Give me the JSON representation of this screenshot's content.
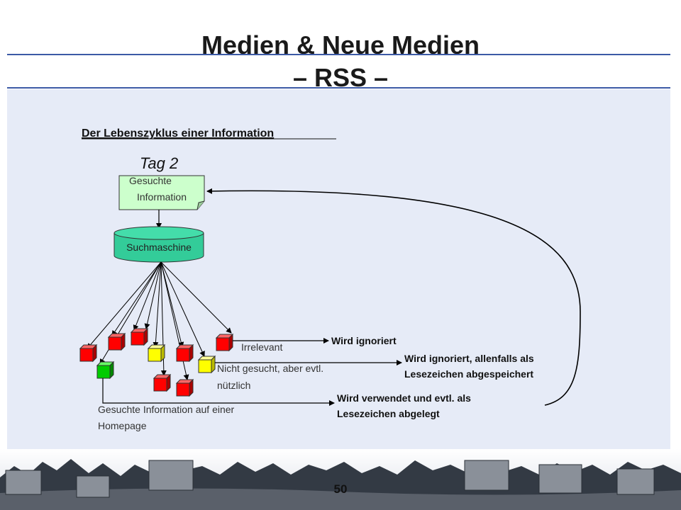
{
  "slide": {
    "title_line1": "Medien & Neue Medien",
    "title_line2": "– RSS –",
    "page_number": "50"
  },
  "diagram": {
    "heading": "Der Lebenszyklus einer Information",
    "day_label": "Tag 2",
    "note_line1": "Gesuchte",
    "note_line2": "Information",
    "search_engine": "Suchmaschine",
    "label_irrelevant": "Irrelevant",
    "label_maybe_line1": "Nicht gesucht, aber evtl.",
    "label_maybe_line2": "nützlich",
    "label_found_line1": "Gesuchte Information auf einer",
    "label_found_line2": "Homepage",
    "result_ignored": "Wird ignoriert",
    "result_bookmark_line1": "Wird ignoriert, allenfalls als",
    "result_bookmark_line2": "Lesezeichen abgespeichert",
    "result_used_line1": "Wird verwendet und evtl. als",
    "result_used_line2": "Lesezeichen abgelegt"
  },
  "colors": {
    "accent_rule": "#3c5aa6",
    "content_bg": "#e6ebf7",
    "note_fill": "#ccffcc",
    "cylinder_fill": "#33cc99",
    "cube_red": "#ff0000",
    "cube_yellow": "#ffff00",
    "cube_green": "#00cc00"
  }
}
